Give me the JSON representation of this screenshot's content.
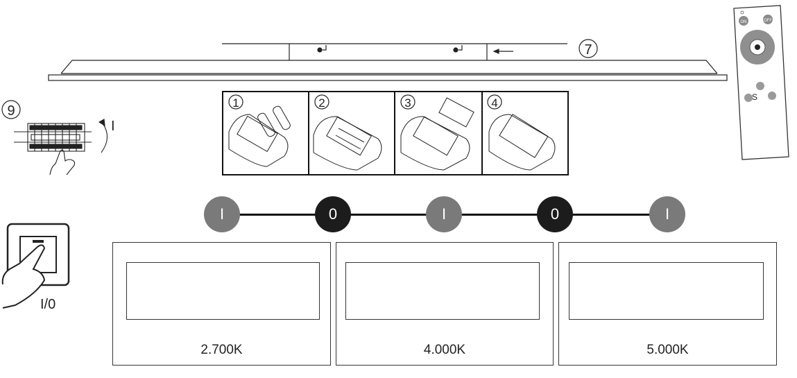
{
  "mount": {
    "step_label": "7"
  },
  "breaker": {
    "step_label": "9",
    "switch_mark": "I"
  },
  "battery_steps": [
    {
      "label": "1"
    },
    {
      "label": "2"
    },
    {
      "label": "3"
    },
    {
      "label": "4"
    }
  ],
  "remote": {
    "on_label": "ON",
    "off_label": "OFF",
    "s_label": "S"
  },
  "wall_switch": {
    "label": "I/0"
  },
  "sequence": [
    {
      "label": "I",
      "color": "#7a7a7a"
    },
    {
      "label": "0",
      "color": "#1c1c1c"
    },
    {
      "label": "I",
      "color": "#7a7a7a"
    },
    {
      "label": "0",
      "color": "#1c1c1c"
    },
    {
      "label": "I",
      "color": "#7a7a7a"
    }
  ],
  "color_temps": [
    {
      "label": "2.700K"
    },
    {
      "label": "4.000K"
    },
    {
      "label": "5.000K"
    }
  ]
}
